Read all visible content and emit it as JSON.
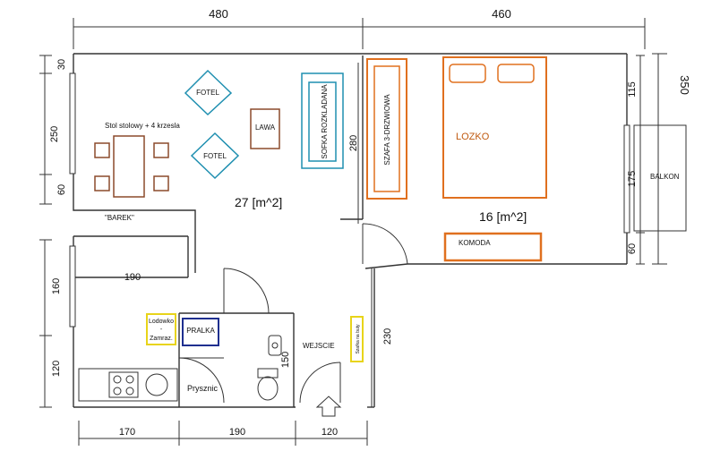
{
  "dimensions": {
    "top_left": "480",
    "top_right": "460",
    "right_total": "350",
    "left_30": "30",
    "left_250": "250",
    "left_60": "60",
    "left_160": "160",
    "left_120": "120",
    "inner_280": "280",
    "right_115": "115",
    "right_175": "175",
    "right_60": "60",
    "barek_190": "190",
    "wc_150": "150",
    "hall_230": "230",
    "bottom_170": "170",
    "bottom_190": "190",
    "bottom_120": "120"
  },
  "rooms": {
    "living_area": "27  [m^2]",
    "bedroom_area": "16 [m^2]"
  },
  "furniture": {
    "fotel_1": "FOTEL",
    "fotel_2": "FOTEL",
    "table": "Stol stolowy + 4 krzesla",
    "lawa": "LAWA",
    "sofa": "SOFKA  ROZKLADANA",
    "wardrobe": "SZAFA 3-DRZWIOWA",
    "bed": "LOZKO",
    "dresser": "KOMODA",
    "barek": "\"BAREK\"",
    "fridge_line1": "Lodowko",
    "fridge_line2": "-",
    "fridge_line3": "Zamraz.",
    "washer": "PRALKA",
    "shower": "Prysznic",
    "entrance": "WEJSCIE",
    "shoe_cabinet": "Szafka na buty",
    "balcony": "BALKON"
  },
  "colors": {
    "walls": "#333333",
    "teal": "#1f8fb0",
    "brown": "#8b4a2b",
    "orange": "#e0701f",
    "yellow": "#e8d41a",
    "navy": "#1f2f8f"
  }
}
